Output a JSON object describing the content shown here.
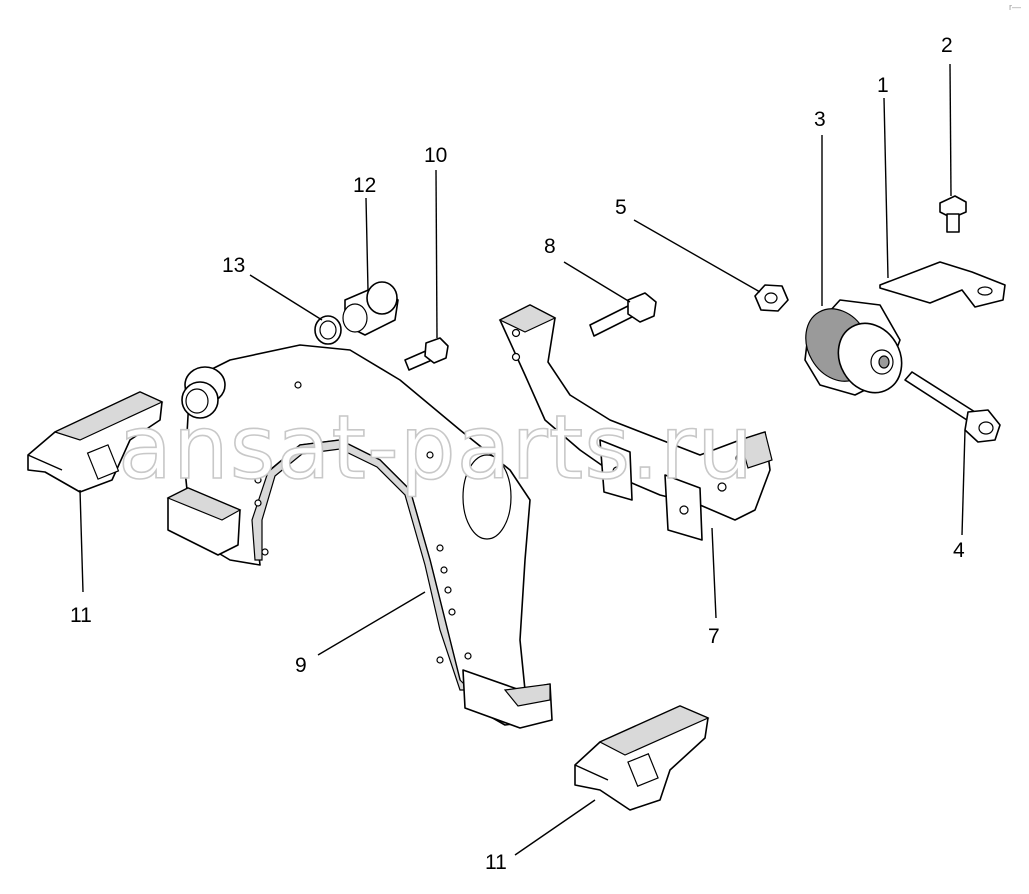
{
  "diagram": {
    "watermark": "ansat-parts.ru",
    "corner_mark": "r—",
    "callouts": [
      "1",
      "2",
      "3",
      "4",
      "5",
      "7",
      "8",
      "9",
      "10",
      "11",
      "11",
      "12",
      "13"
    ]
  }
}
